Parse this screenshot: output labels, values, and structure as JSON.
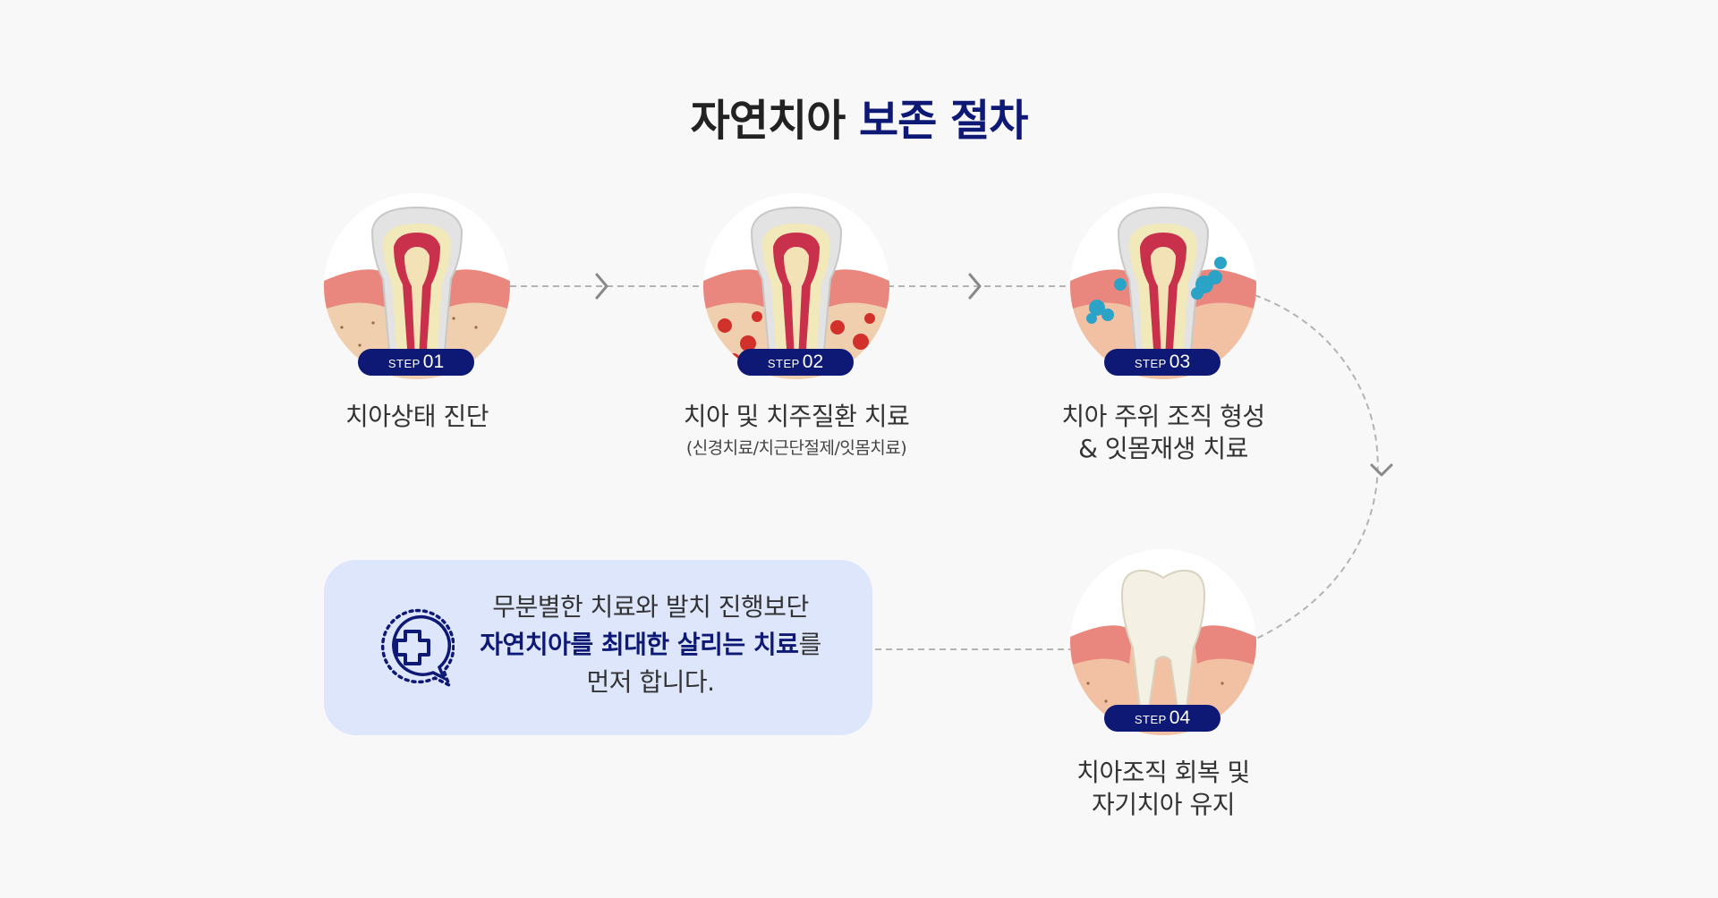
{
  "title": {
    "part1": "자연치아",
    "part2": "보존 절차"
  },
  "steps": [
    {
      "badge_word": "STEP",
      "badge_num": "01",
      "label_line1": "치아상태 진단",
      "label_line2": "",
      "sub": ""
    },
    {
      "badge_word": "STEP",
      "badge_num": "02",
      "label_line1": "치아 및 치주질환 치료",
      "label_line2": "",
      "sub": "(신경치료/치근단절제/잇몸치료)"
    },
    {
      "badge_word": "STEP",
      "badge_num": "03",
      "label_line1": "치아 주위 조직 형성",
      "label_line2": "& 잇몸재생 치료",
      "sub": ""
    },
    {
      "badge_word": "STEP",
      "badge_num": "04",
      "label_line1": "치아조직 회복 및",
      "label_line2": "자기치아 유지",
      "sub": ""
    }
  ],
  "note": {
    "line1": "무분별한 치료와 발치 진행보단",
    "line2_strong": "자연치아를 최대한 살리는 치료",
    "line2_tail": "를",
    "line3": "먼저 합니다."
  },
  "icons": {
    "flow_arrow": "chevron-right-icon",
    "flow_down": "chevron-down-icon",
    "note": "medical-cross-chat-icon"
  },
  "colors": {
    "accent": "#0e1975",
    "note_bg": "#dde6fb",
    "gum": "#e9877f",
    "bone": "#eec9a3",
    "bacteria_red": "#d2312b",
    "bacteria_teal": "#2ba3c7"
  }
}
